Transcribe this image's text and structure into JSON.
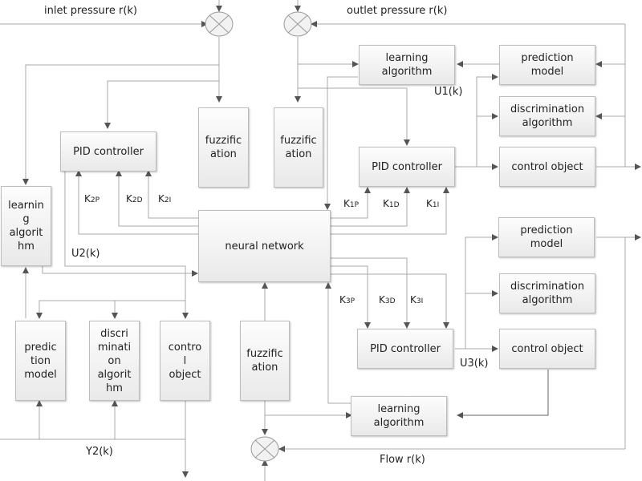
{
  "diagram": {
    "title_labels": {
      "inlet": "inlet pressure r(k)",
      "outlet": "outlet pressure r(k)",
      "flow": "Flow r(k)"
    },
    "signals": {
      "u1": "U1(k)",
      "u2": "U2(k)",
      "u3": "U3(k)",
      "y2": "Y2(k)"
    },
    "gains": {
      "k1p": {
        "base": "K",
        "sub": "1P"
      },
      "k1d": {
        "base": "K",
        "sub": "1D"
      },
      "k1i": {
        "base": "K",
        "sub": "1I"
      },
      "k2p": {
        "base": "K",
        "sub": "2P"
      },
      "k2d": {
        "base": "K",
        "sub": "2D"
      },
      "k2i": {
        "base": "K",
        "sub": "2I"
      },
      "k3p": {
        "base": "K",
        "sub": "3P"
      },
      "k3d": {
        "base": "K",
        "sub": "3D"
      },
      "k3i": {
        "base": "K",
        "sub": "3I"
      }
    },
    "blocks": {
      "neural_network": "neural network",
      "pid1": "PID controller",
      "pid2": "PID controller",
      "pid3": "PID controller",
      "fuzz_inlet": "fuzzific\nation",
      "fuzz_outlet": "fuzzific\nation",
      "fuzz_flow": "fuzzific\nation",
      "learn1": "learning\nalgorithm",
      "learn2": "learnin\ng\nalgorit\nhm",
      "learn3": "learning\nalgorithm",
      "pred1": "prediction\nmodel",
      "disc1": "discrimination\nalgorithm",
      "ctrl1": "control object",
      "pred2": "predic\ntion\nmodel",
      "disc2": "discri\nminati\non\nalgorit\nhm",
      "ctrl2": "contro\nl\nobject",
      "pred3": "prediction\nmodel",
      "disc3": "discrimination\nalgorithm",
      "ctrl3": "control object"
    },
    "colors": {
      "wire": "#9e9e9e",
      "arrow": "#555555",
      "box_border": "#bdbdbd"
    }
  }
}
